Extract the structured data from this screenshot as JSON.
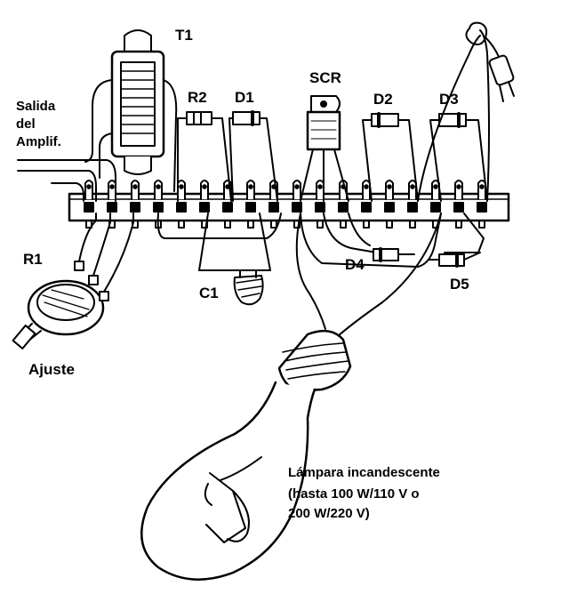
{
  "labels": {
    "t1": "T1",
    "scr": "SCR",
    "r2": "R2",
    "d1": "D1",
    "d2": "D2",
    "d3": "D3",
    "d4": "D4",
    "d5": "D5",
    "r1": "R1",
    "c1": "C1",
    "ajuste": "Ajuste",
    "salida": "Salida",
    "del": "del",
    "amplif": "Amplif.",
    "lamp_line1": "Lámpara incandescente",
    "lamp_line2": "(hasta 100 W/110 V o",
    "lamp_line3": "200 W/220 V)"
  },
  "colors": {
    "ink": "#000000",
    "paper": "#ffffff",
    "ghost_text": "#9a9a9a"
  }
}
